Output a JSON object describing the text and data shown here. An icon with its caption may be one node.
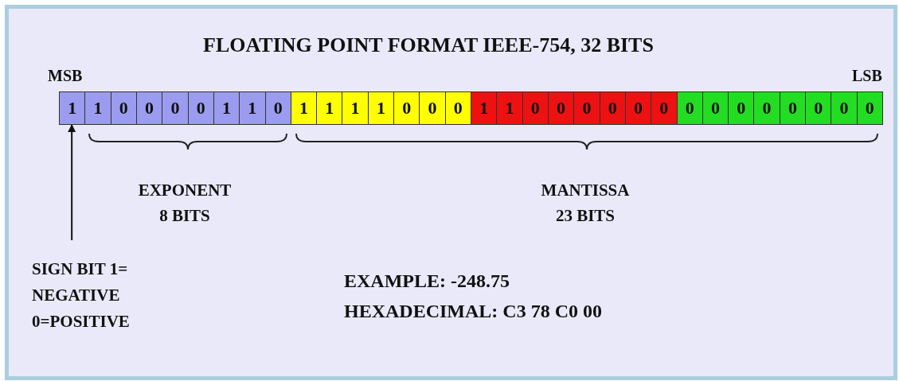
{
  "diagram": {
    "title": "FLOATING POINT FORMAT IEEE-754, 32 BITS",
    "nodes": [
      {
        "text": [
          "1"
        ]
      },
      {
        "text": [
          "1"
        ]
      },
      {
        "text": [
          "0"
        ]
      },
      {
        "text": [
          "0"
        ]
      },
      {
        "text": [
          "0"
        ]
      },
      {
        "text": [
          "0"
        ]
      },
      {
        "text": [
          "1"
        ]
      },
      {
        "text": [
          "1"
        ]
      },
      {
        "text": [
          "0"
        ]
      },
      {
        "text": [
          "1"
        ]
      },
      {
        "text": [
          "1"
        ]
      },
      {
        "text": [
          "1"
        ]
      },
      {
        "text": [
          "1"
        ]
      },
      {
        "text": [
          "0"
        ]
      },
      {
        "text": [
          "0"
        ]
      },
      {
        "text": [
          "0"
        ]
      },
      {
        "text": [
          "1"
        ]
      },
      {
        "text": [
          "1"
        ]
      },
      {
        "text": [
          "0"
        ]
      },
      {
        "text": [
          "0"
        ]
      },
      {
        "text": [
          "0"
        ]
      },
      {
        "text": [
          "0"
        ]
      },
      {
        "text": [
          "0"
        ]
      },
      {
        "text": [
          "0"
        ]
      },
      {
        "text": [
          "0"
        ]
      },
      {
        "text": [
          "0"
        ]
      },
      {
        "text": [
          "0"
        ]
      },
      {
        "text": [
          "0"
        ]
      },
      {
        "text": [
          "0"
        ]
      },
      {
        "text": [
          "0"
        ]
      },
      {
        "text": [
          "0"
        ]
      },
      {
        "text": [
          "0"
        ]
      },
      {
        "text": [
          "SIGN BIT 1= NEGATIVE 0=POSITIVE"
        ]
      }
    ],
    "edges": [
      {
        "from": 32,
        "to": 0,
        "arrow": "to"
      }
    ],
    "labels": [
      "MSB",
      "LSB",
      "EXPONENT 8 BITS",
      "MANTISSA 23 BITS",
      "EXAMPLE: -248.75",
      "HEXADECIMAL: C3 78 C0 00"
    ]
  }
}
